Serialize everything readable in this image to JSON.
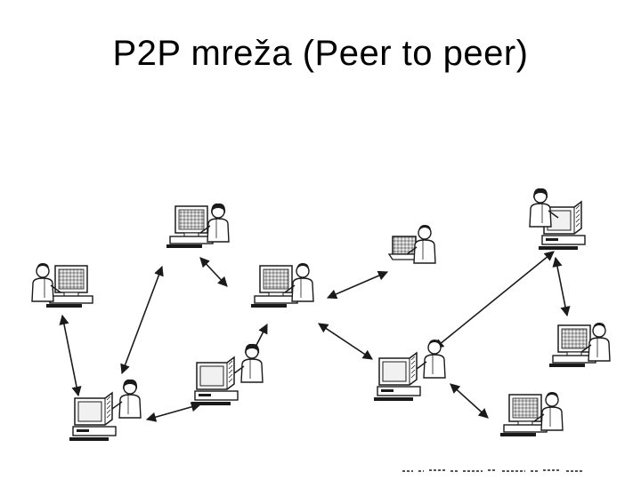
{
  "slide": {
    "title": "P2P mreža (Peer to peer)"
  },
  "diagram": {
    "type": "peer-to-peer network illustration",
    "nodes": [
      {
        "id": "peer-1",
        "label": "",
        "kind": "desktop",
        "user": "woman"
      },
      {
        "id": "peer-2",
        "label": "",
        "kind": "desktop",
        "user": "man"
      },
      {
        "id": "peer-3",
        "label": "",
        "kind": "desktop",
        "user": "man"
      },
      {
        "id": "peer-4",
        "label": "",
        "kind": "laptop",
        "user": "man"
      },
      {
        "id": "peer-5",
        "label": "",
        "kind": "workstation",
        "user": "woman"
      },
      {
        "id": "peer-6",
        "label": "",
        "kind": "desktop",
        "user": "man"
      },
      {
        "id": "peer-7",
        "label": "",
        "kind": "workstation",
        "user": "woman"
      },
      {
        "id": "peer-8",
        "label": "",
        "kind": "workstation",
        "user": "woman"
      },
      {
        "id": "peer-9",
        "label": "",
        "kind": "workstation",
        "user": "man"
      },
      {
        "id": "peer-10",
        "label": "",
        "kind": "desktop",
        "user": "man"
      }
    ],
    "edges": [
      {
        "from": "peer-3",
        "to": "peer-1"
      },
      {
        "from": "peer-1",
        "to": "peer-8"
      },
      {
        "from": "peer-2",
        "to": "peer-8"
      },
      {
        "from": "peer-8",
        "to": "peer-7"
      },
      {
        "from": "peer-3",
        "to": "peer-7"
      },
      {
        "from": "peer-3",
        "to": "peer-4"
      },
      {
        "from": "peer-3",
        "to": "peer-9"
      },
      {
        "from": "peer-5",
        "to": "peer-9"
      },
      {
        "from": "peer-5",
        "to": "peer-6"
      },
      {
        "from": "peer-10",
        "to": "peer-9"
      }
    ]
  },
  "colors": {
    "ink": "#1a1a1a",
    "screen": "#cfcfcf",
    "background": "#ffffff"
  }
}
